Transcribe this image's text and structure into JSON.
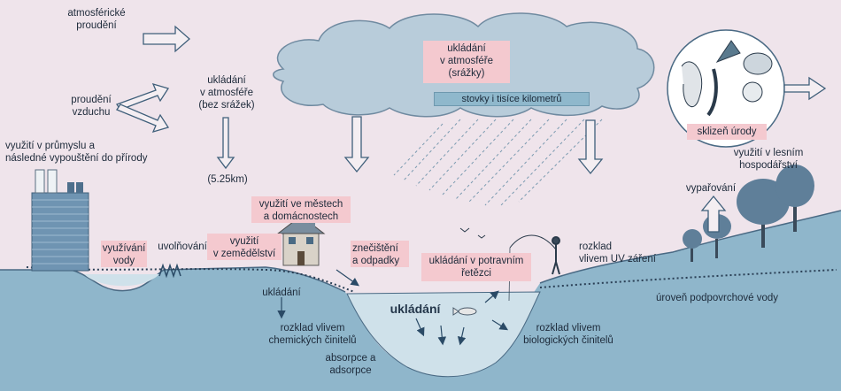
{
  "labels": {
    "atm_flow": "atmosférické\nproudění",
    "air_flow": "proudění\nvzduchu",
    "deposit_dry": "ukládání\nv atmosféře\n(bez srážek)",
    "distance": "(5.25km)",
    "deposit_wet": "ukládání\nv atmosféře\n(srážky)",
    "range_bar": "stovky i tisíce kilometrů",
    "industry": "využití v průmyslu a\nnásledné vypouštění do přírody",
    "water_use": "využívání\nvody",
    "release": "uvolňování",
    "agri_use": "využití\nv zemědělství",
    "city_use": "využití ve městech\na domácnostech",
    "pollution": "znečištění\na odpadky",
    "food_chain": "ukládání v potravním\nřetězci",
    "uv": "rozklad\nvlivem UV záření",
    "harvest": "sklizeň úrody",
    "forestry": "využití v lesním\nhospodářství",
    "evaporation": "vypařování",
    "deposit_ground": "ukládání",
    "chem_decay": "rozklad vlivem\nchemických činitelů",
    "lake_deposit": "ukládání",
    "absorption": "absorpce a\nadsorpce",
    "bio_decay": "rozklad vlivem\nbiologických činitelů",
    "groundwater": "úroveň podpovrchové vody"
  },
  "colors": {
    "background": "#e9dfe6",
    "cloud": "#b8ccda",
    "ground": "#8fb6cb",
    "water": "#cfe1ea",
    "label_box": "#f4c9cf",
    "bar": "#8fb8cc",
    "text": "#1d2a3a"
  }
}
